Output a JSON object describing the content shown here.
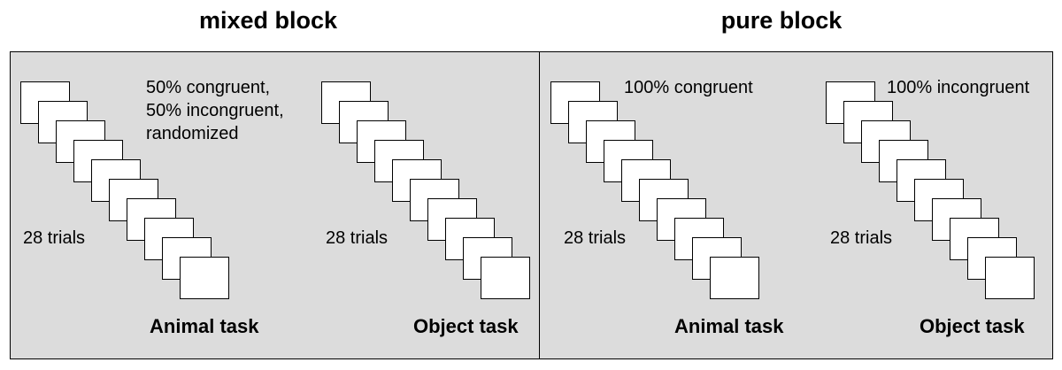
{
  "blocks": [
    {
      "title": "mixed block",
      "tasks": [
        {
          "name": "Animal task",
          "trials": "28 trials",
          "condition": [
            "50% congruent,",
            "50% incongruent,",
            "randomized"
          ]
        },
        {
          "name": "Object task",
          "trials": "28 trials",
          "condition": []
        }
      ]
    },
    {
      "title": "pure block",
      "tasks": [
        {
          "name": "Animal task",
          "trials": "28 trials",
          "condition": [
            "100% congruent"
          ]
        },
        {
          "name": "Object task",
          "trials": "28 trials",
          "condition": [
            "100% incongruent"
          ]
        }
      ]
    }
  ],
  "colors": {
    "panel_bg": "#dcdcdc",
    "card_bg": "#ffffff",
    "border": "#000000"
  }
}
